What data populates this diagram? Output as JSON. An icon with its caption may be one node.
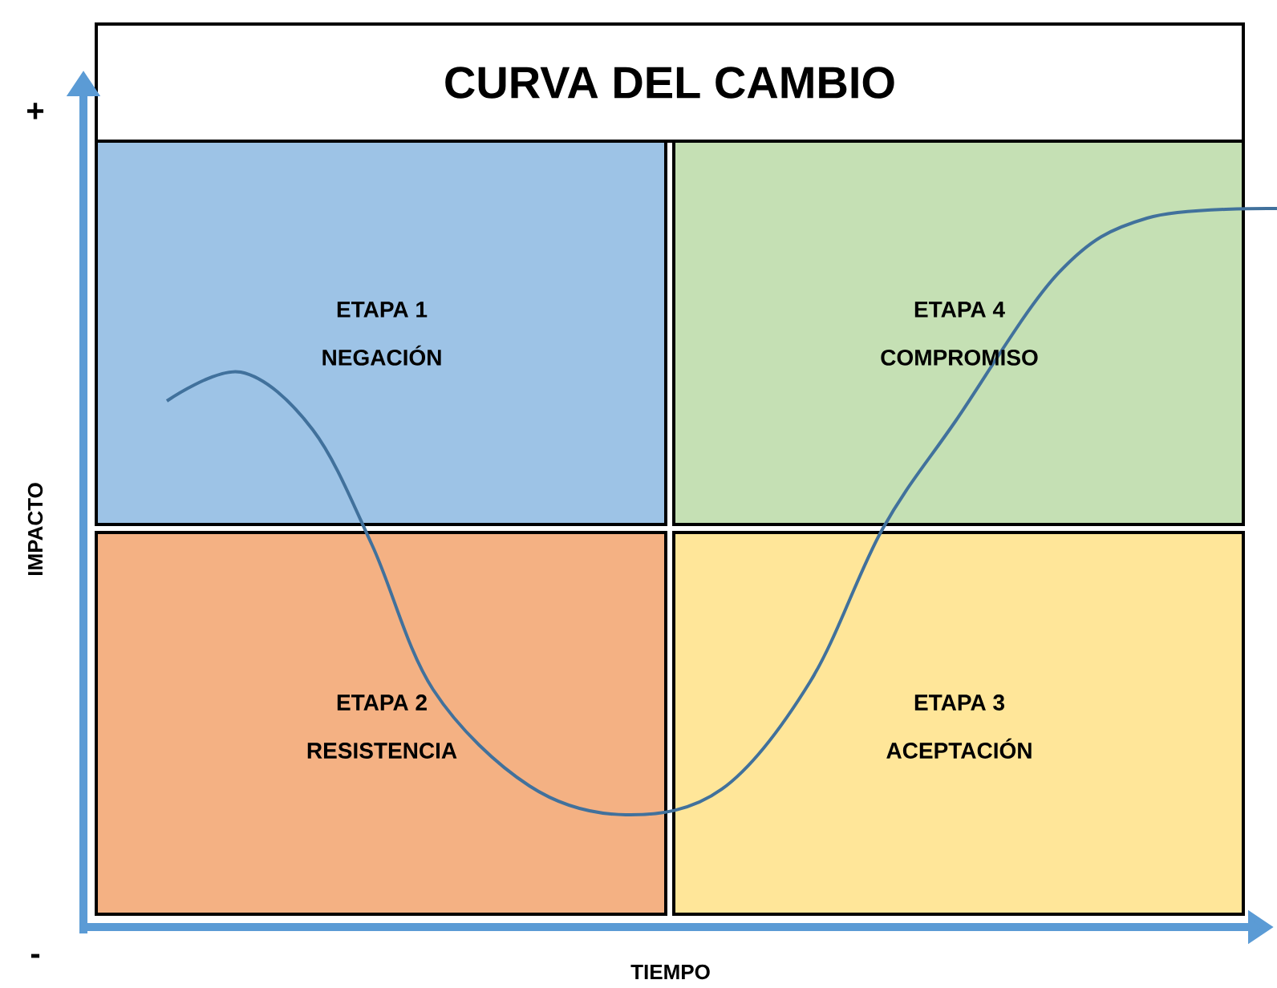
{
  "diagram": {
    "title": "CURVA DEL CAMBIO",
    "nodes": [
      {
        "text": [
          "ETAPA 1",
          "NEGACIÓN"
        ]
      },
      {
        "text": [
          "ETAPA 4",
          "COMPROMISO"
        ]
      },
      {
        "text": [
          "ETAPA 2",
          "RESISTENCIA"
        ]
      },
      {
        "text": [
          "ETAPA 3",
          "ACEPTACIÓN"
        ]
      }
    ],
    "labels": [
      "+",
      "IMPACTO",
      "-",
      "TIEMPO"
    ]
  }
}
